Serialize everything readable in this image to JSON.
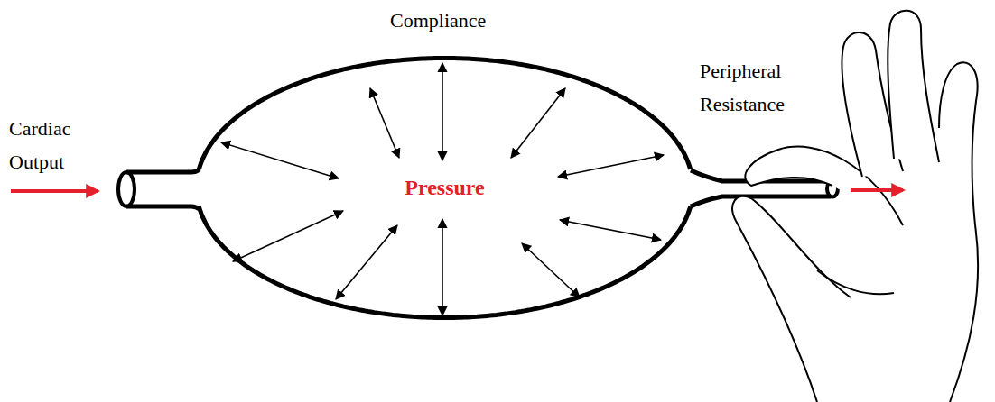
{
  "diagram": {
    "nodes": [
      {
        "text": [
          "Pressure"
        ]
      }
    ],
    "labels": [
      "Compliance",
      "Cardiac Output",
      "Peripheral Resistance"
    ]
  }
}
